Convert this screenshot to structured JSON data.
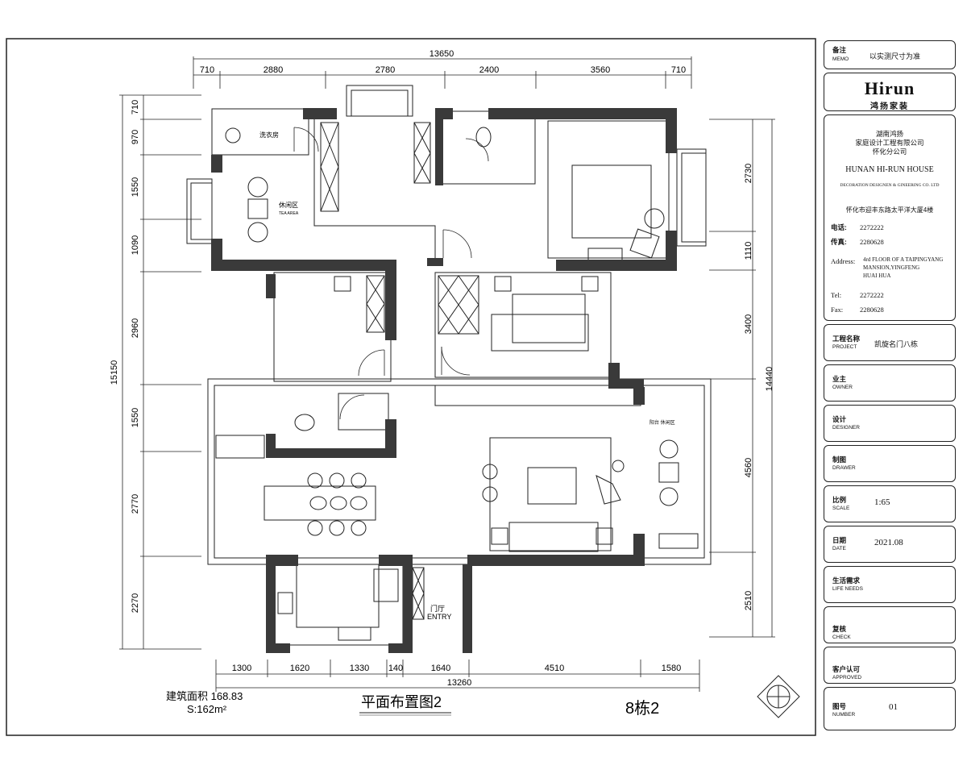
{
  "title_block": {
    "memo": {
      "label_zh": "备注",
      "label_en": "MEMO",
      "value": "以实测尺寸为准"
    },
    "logo": {
      "wordmark": "Hirun",
      "sub": "鸿扬家装"
    },
    "company": {
      "name_zh_1": "湖南鸿扬",
      "name_zh_2": "家庭设计工程有限公司",
      "name_zh_3": "怀化分公司",
      "name_en_1": "HUNAN HI-RUN HOUSE",
      "name_en_2": "DECORATION DESIGNEN & GINEERING CO. LTD",
      "address_zh": "怀化市迎丰东路太平洋大厦4楼",
      "tel_zh_label": "电话:",
      "tel_zh": "2272222",
      "fax_zh_label": "传真:",
      "fax_zh": "2280628",
      "address_en_label": "Address:",
      "address_en_1": "4rd FLOOR OF A TAIPINGYANG",
      "address_en_2": "MANSION,YINGFENG",
      "address_en_3": "HUAI HUA",
      "tel_en_label": "Tel:",
      "tel_en": "2272222",
      "fax_en_label": "Fax:",
      "fax_en": "2280628"
    },
    "project": {
      "label_zh": "工程名称",
      "label_en": "PROJECT",
      "value": "凯旋名门八栋"
    },
    "owner": {
      "label_zh": "业主",
      "label_en": "OWNER"
    },
    "designer": {
      "label_zh": "设计",
      "label_en": "DESIGNER"
    },
    "drawer": {
      "label_zh": "制图",
      "label_en": "DRAWER"
    },
    "scale": {
      "label_zh": "比例",
      "label_en": "SCALE",
      "value": "1:65"
    },
    "date": {
      "label_zh": "日期",
      "label_en": "DATE",
      "value": "2021.08"
    },
    "life_needs": {
      "label_zh": "生活需求",
      "label_en": "LIFE  NEEDS"
    },
    "check": {
      "label_zh": "复核",
      "label_en": "CHECK"
    },
    "approved": {
      "label_zh": "客户认可",
      "label_en": "APPROVED"
    },
    "number": {
      "label_zh": "图号",
      "label_en": "NUMBER",
      "value": "01"
    }
  },
  "drawing": {
    "title": "平面布置图2",
    "building": "8栋2",
    "area_label": "建筑面积 168.83",
    "area_s": "S:162m²",
    "entry_zh": "门厅",
    "entry_en": "ENTRY",
    "rooms": {
      "laundry": "洗衣房",
      "tea_zh": "休闲区",
      "tea_en": "TEA AREA",
      "balcony": "阳台 休闲区"
    },
    "colors": {
      "wall": "#3a3a3a",
      "line": "#222222"
    },
    "dims": {
      "top_total": "13650",
      "top": [
        "710",
        "2880",
        "2780",
        "2400",
        "3560",
        "710"
      ],
      "bottom": [
        "1300",
        "1620",
        "1330",
        "140",
        "1640",
        "4510",
        "1580"
      ],
      "bottom_total": "13260",
      "left_total": "15150",
      "left": [
        "710",
        "970",
        "1550",
        "1090",
        "2960",
        "1550",
        "2770",
        "2270"
      ],
      "right_total": "14440",
      "right": [
        "2730",
        "1110",
        "3400",
        "4560",
        "2510"
      ]
    }
  }
}
